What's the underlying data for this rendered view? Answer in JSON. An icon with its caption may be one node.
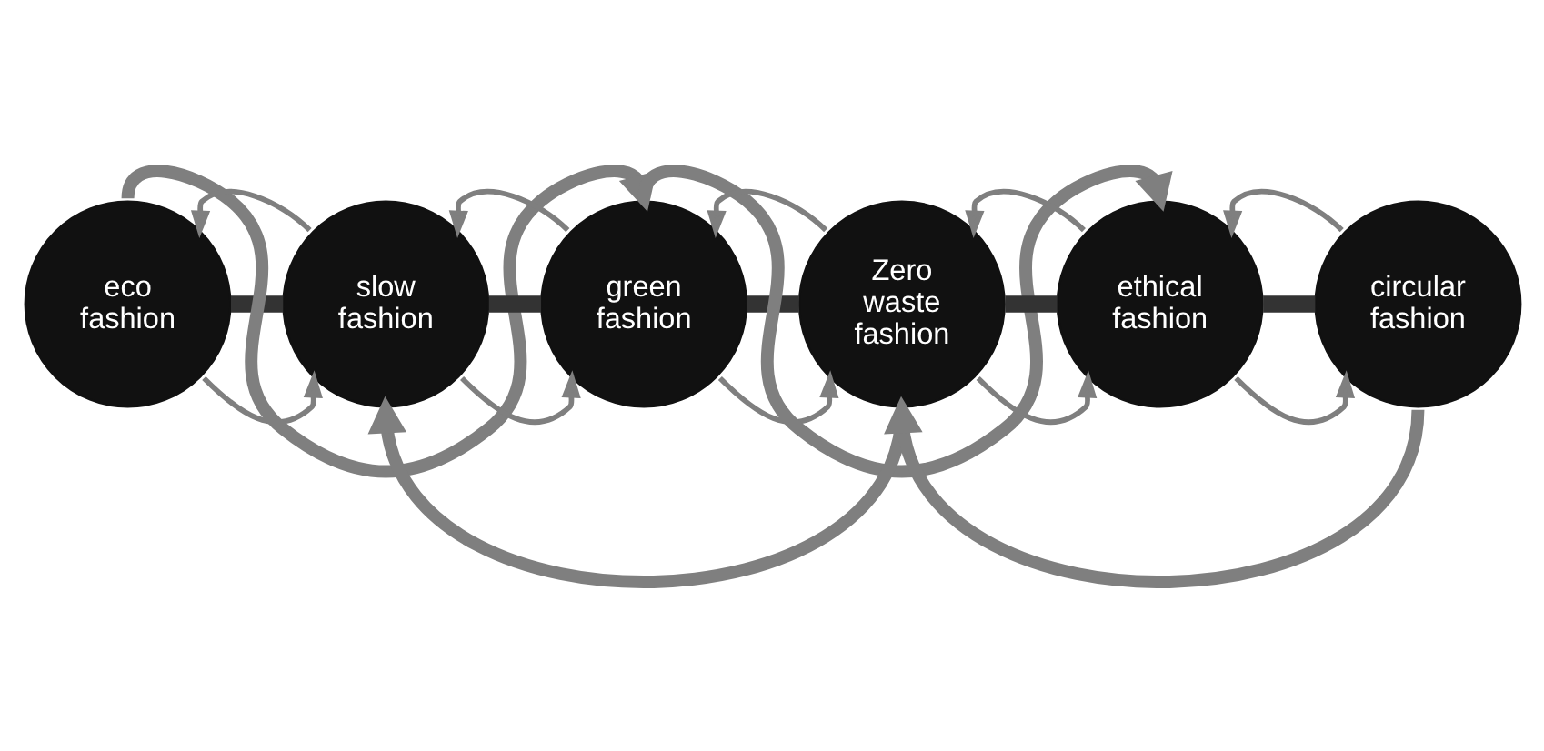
{
  "diagram": {
    "nodes": [
      {
        "text": [
          "eco fashion"
        ]
      },
      {
        "text": [
          "slow fashion"
        ]
      },
      {
        "text": [
          "green fashion"
        ]
      },
      {
        "text": [
          "Zero waste fashion"
        ]
      },
      {
        "text": [
          "ethical fashion"
        ]
      },
      {
        "text": [
          "circular fashion"
        ]
      }
    ],
    "edges": [
      {
        "from": 0,
        "to": 1,
        "arrow": "none",
        "style": "thick",
        "color": "#333333"
      },
      {
        "from": 1,
        "to": 2,
        "arrow": "none",
        "style": "thick",
        "color": "#333333"
      },
      {
        "from": 2,
        "to": 3,
        "arrow": "none",
        "style": "thick",
        "color": "#333333"
      },
      {
        "from": 3,
        "to": 4,
        "arrow": "none",
        "style": "thick",
        "color": "#333333"
      },
      {
        "from": 4,
        "to": 5,
        "arrow": "none",
        "style": "thick",
        "color": "#333333"
      },
      {
        "from": 0,
        "to": 2,
        "arrow": "to",
        "style": "thick"
      },
      {
        "from": 2,
        "to": 4,
        "arrow": "to",
        "style": "thick"
      },
      {
        "from": 1,
        "to": 0,
        "arrow": "to"
      },
      {
        "from": 2,
        "to": 1,
        "arrow": "to"
      },
      {
        "from": 3,
        "to": 2,
        "arrow": "to"
      },
      {
        "from": 4,
        "to": 3,
        "arrow": "to"
      },
      {
        "from": 5,
        "to": 4,
        "arrow": "to"
      },
      {
        "from": 0,
        "to": 1,
        "arrow": "to"
      },
      {
        "from": 1,
        "to": 2,
        "arrow": "to"
      },
      {
        "from": 2,
        "to": 3,
        "arrow": "to"
      },
      {
        "from": 3,
        "to": 4,
        "arrow": "to"
      },
      {
        "from": 4,
        "to": 5,
        "arrow": "to"
      },
      {
        "from": 3,
        "to": 1,
        "arrow": "to",
        "style": "thick"
      },
      {
        "from": 5,
        "to": 3,
        "arrow": "to",
        "style": "thick"
      }
    ]
  }
}
